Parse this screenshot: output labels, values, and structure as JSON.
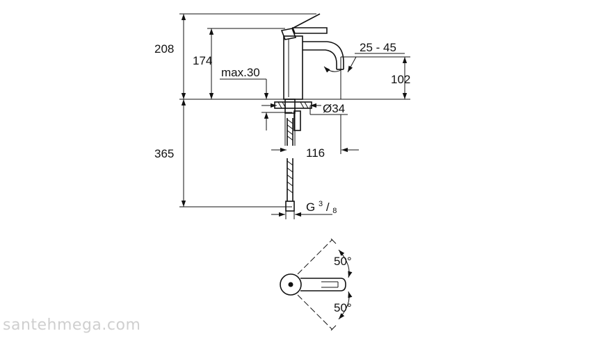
{
  "dimensions": {
    "total_height": "208",
    "spout_height": "174",
    "max_thickness": "max.30",
    "swivel_angle": "25 - 45",
    "outlet_height": "102",
    "hole_diameter": "Ø34",
    "below_height": "365",
    "projection": "116",
    "thread_main": "G",
    "thread_num": "3",
    "thread_den": "8",
    "angle_top": "50°",
    "angle_bottom": "50°"
  },
  "watermark": "santehmega.com"
}
